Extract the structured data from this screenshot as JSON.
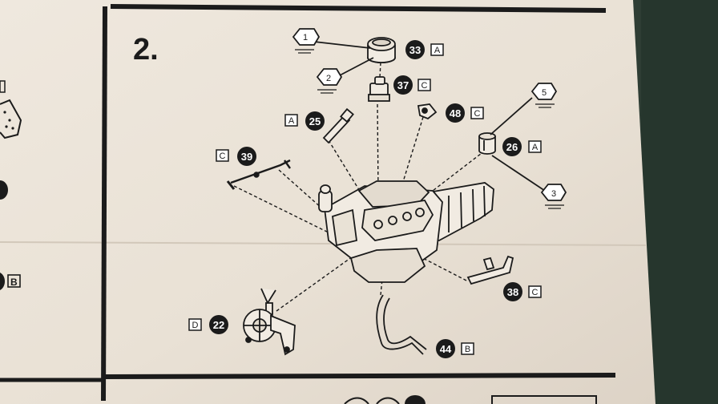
{
  "step": {
    "number": "2."
  },
  "parts": [
    {
      "id": "p33",
      "num": "33",
      "letter": "A"
    },
    {
      "id": "p37",
      "num": "37",
      "letter": "C"
    },
    {
      "id": "p25",
      "num": "25",
      "letter": "A"
    },
    {
      "id": "p48",
      "num": "48",
      "letter": "C"
    },
    {
      "id": "p26",
      "num": "26",
      "letter": "A"
    },
    {
      "id": "p39",
      "num": "39",
      "letter": "C"
    },
    {
      "id": "p38",
      "num": "38",
      "letter": "C"
    },
    {
      "id": "p22",
      "num": "22",
      "letter": "D"
    },
    {
      "id": "p44",
      "num": "44",
      "letter": "B"
    }
  ],
  "decals": [
    {
      "id": "d1",
      "num": "1"
    },
    {
      "id": "d2",
      "num": "2"
    },
    {
      "id": "d5",
      "num": "5"
    },
    {
      "id": "d3",
      "num": "3"
    }
  ],
  "left_panel": {
    "label_b": "B"
  },
  "colors": {
    "paper": "#ece4d8",
    "paper_shadow": "#d8cfc2",
    "ink": "#1b1b1b",
    "background_green": "#2e3d34"
  }
}
